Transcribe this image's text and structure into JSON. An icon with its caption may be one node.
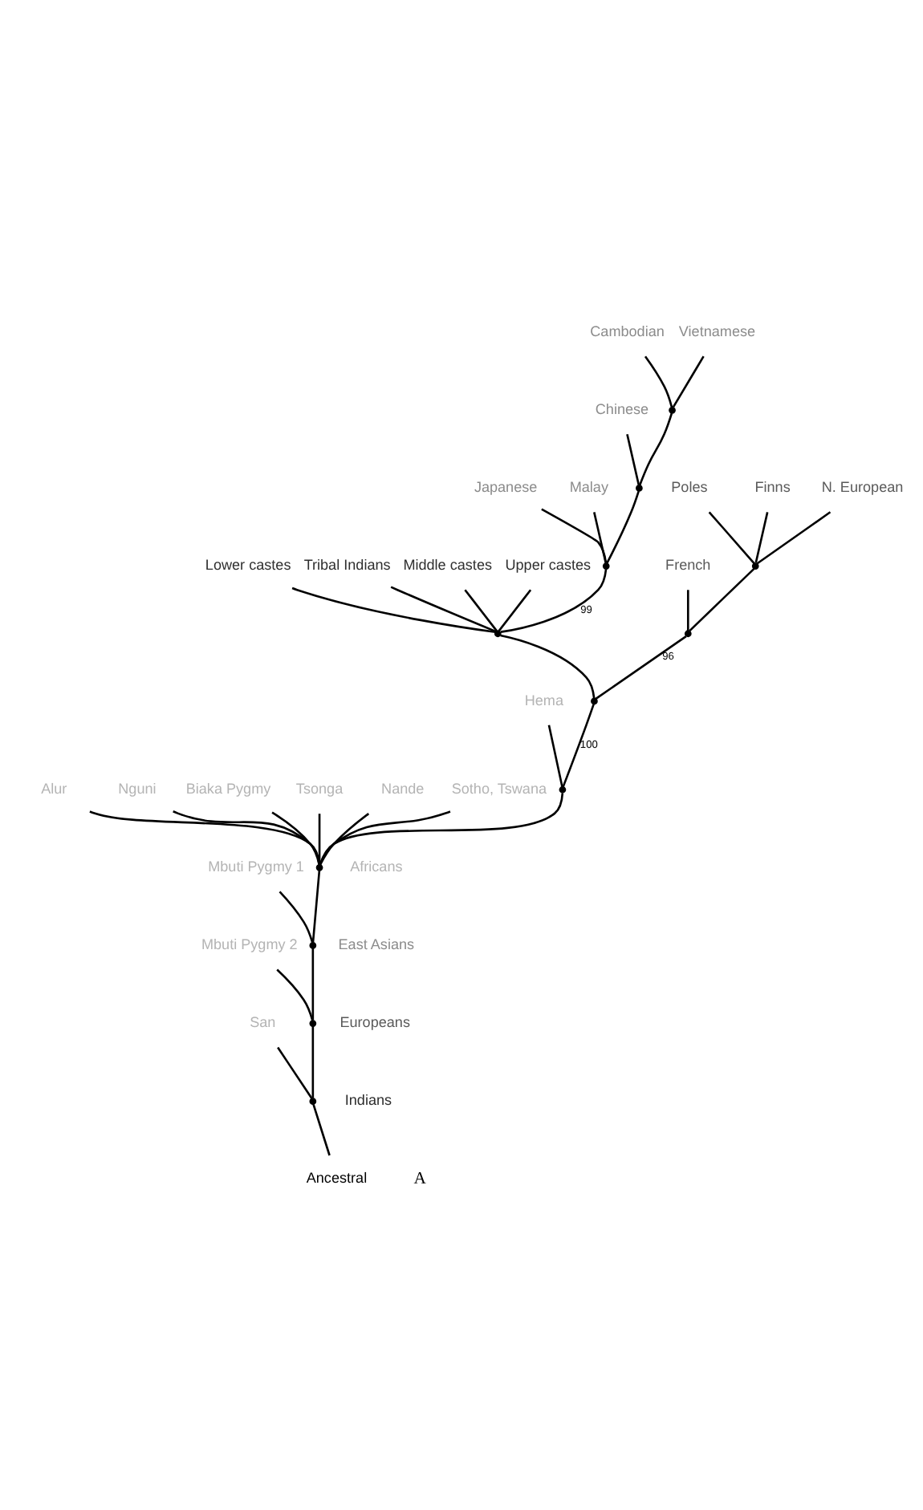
{
  "diagram": {
    "nodes": [
      {
        "text": [
          "Cambodian"
        ]
      },
      {
        "text": [
          "Chinese"
        ]
      },
      {
        "text": [
          "Vietnamese"
        ]
      },
      {
        "text": [
          "Japanese"
        ]
      },
      {
        "text": [
          "Malay"
        ]
      },
      {
        "text": [
          "Poles"
        ]
      },
      {
        "text": [
          "French"
        ]
      },
      {
        "text": [
          "Lower castes"
        ]
      },
      {
        "text": [
          "Finns"
        ]
      },
      {
        "text": [
          "Tribal Indians"
        ]
      },
      {
        "text": [
          "Middle castes"
        ]
      },
      {
        "text": [
          "N. European"
        ]
      },
      {
        "text": [
          "Upper castes"
        ]
      },
      {
        "text": [
          "Hema"
        ]
      },
      {
        "text": [
          "Alur"
        ]
      },
      {
        "text": [
          "Nguni"
        ]
      },
      {
        "text": [
          "Biaka Pygmy"
        ]
      },
      {
        "text": [
          "Tsonga"
        ]
      },
      {
        "text": [
          "Nande"
        ]
      },
      {
        "text": [
          "Sotho, Tswana"
        ]
      },
      {
        "text": [
          "Mbuti Pygmy 1"
        ]
      },
      {
        "text": [
          "Mbuti Pygmy 2"
        ]
      },
      {
        "text": [
          "San"
        ]
      },
      {
        "text": [
          "Ancestral"
        ]
      },
      {
        "text": [],
        "shape": "point"
      },
      {
        "text": [],
        "shape": "point"
      },
      {
        "text": [],
        "shape": "point"
      },
      {
        "text": [],
        "shape": "point"
      },
      {
        "text": [],
        "shape": "point"
      },
      {
        "text": [],
        "shape": "point"
      },
      {
        "text": [],
        "shape": "point"
      },
      {
        "text": [],
        "shape": "point"
      },
      {
        "text": [],
        "shape": "point"
      },
      {
        "text": [],
        "shape": "point"
      },
      {
        "text": [],
        "shape": "point"
      },
      {
        "text": [],
        "shape": "point"
      }
    ],
    "edges": [
      {
        "from": 23,
        "to": 35,
        "arrow": "none"
      },
      {
        "from": 35,
        "to": 22,
        "arrow": "none"
      },
      {
        "from": 35,
        "to": 34,
        "arrow": "none"
      },
      {
        "from": 34,
        "to": 21,
        "arrow": "none"
      },
      {
        "from": 34,
        "to": 33,
        "arrow": "none"
      },
      {
        "from": 33,
        "to": 20,
        "arrow": "none"
      },
      {
        "from": 33,
        "to": 32,
        "arrow": "none"
      },
      {
        "from": 32,
        "to": 16,
        "arrow": "none"
      },
      {
        "from": 32,
        "to": 17,
        "arrow": "none"
      },
      {
        "from": 32,
        "to": 19,
        "arrow": "none"
      },
      {
        "from": 32,
        "to": 18,
        "arrow": "none"
      },
      {
        "from": 32,
        "to": 15,
        "arrow": "none"
      },
      {
        "from": 32,
        "to": 14,
        "arrow": "none"
      },
      {
        "from": 32,
        "to": 31,
        "arrow": "none"
      },
      {
        "from": 31,
        "to": 13,
        "arrow": "none"
      },
      {
        "from": 31,
        "to": 30,
        "arrow": "none",
        "label": "100"
      },
      {
        "from": 30,
        "to": 29,
        "arrow": "none",
        "label": "96"
      },
      {
        "from": 29,
        "to": 6,
        "arrow": "none"
      },
      {
        "from": 29,
        "to": 28,
        "arrow": "none"
      },
      {
        "from": 28,
        "to": 5,
        "arrow": "none"
      },
      {
        "from": 28,
        "to": 8,
        "arrow": "none"
      },
      {
        "from": 28,
        "to": 11,
        "arrow": "none"
      },
      {
        "from": 30,
        "to": 27,
        "arrow": "none"
      },
      {
        "from": 27,
        "to": 12,
        "arrow": "none"
      },
      {
        "from": 27,
        "to": 10,
        "arrow": "none"
      },
      {
        "from": 27,
        "to": 9,
        "arrow": "none"
      },
      {
        "from": 27,
        "to": 7,
        "arrow": "none"
      },
      {
        "from": 27,
        "to": 26,
        "arrow": "none",
        "label": "99"
      },
      {
        "from": 26,
        "to": 3,
        "arrow": "none"
      },
      {
        "from": 26,
        "to": 4,
        "arrow": "none"
      },
      {
        "from": 26,
        "to": 25,
        "arrow": "none"
      },
      {
        "from": 25,
        "to": 1,
        "arrow": "none"
      },
      {
        "from": 25,
        "to": 24,
        "arrow": "none"
      },
      {
        "from": 24,
        "to": 0,
        "arrow": "none"
      },
      {
        "from": 24,
        "to": 2,
        "arrow": "none"
      }
    ],
    "labels": [
      "A"
    ],
    "legend": [
      {
        "text": "Africans",
        "color": "#b4b4b4"
      },
      {
        "text": "East Asians",
        "color": "#8c8c8c"
      },
      {
        "text": "Europeans",
        "color": "#5a5a5a"
      },
      {
        "text": "Indians",
        "color": "#2e2e2e"
      }
    ]
  }
}
